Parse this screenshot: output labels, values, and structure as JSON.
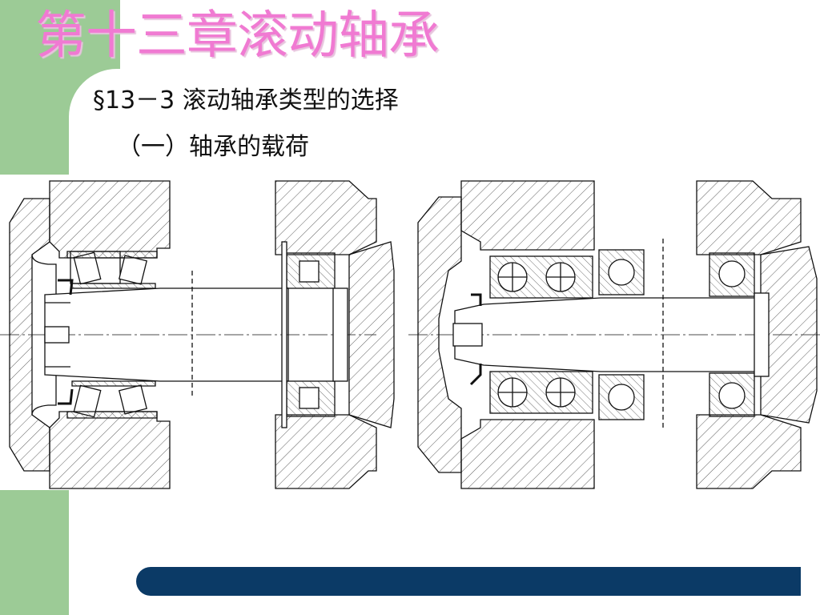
{
  "slide": {
    "chapter_title": "第十三章滚动轴承",
    "section_heading": "§13－3 滚动轴承类型的选择",
    "subsection_heading": "（一）轴承的载荷"
  },
  "colors": {
    "accent_green": "#9ccb96",
    "title_pink": "#f07ad2",
    "footer_navy": "#0b3a66"
  },
  "figures": [
    {
      "name": "tapered-roller-bearing-assembly"
    },
    {
      "name": "ball-bearing-assembly"
    }
  ]
}
